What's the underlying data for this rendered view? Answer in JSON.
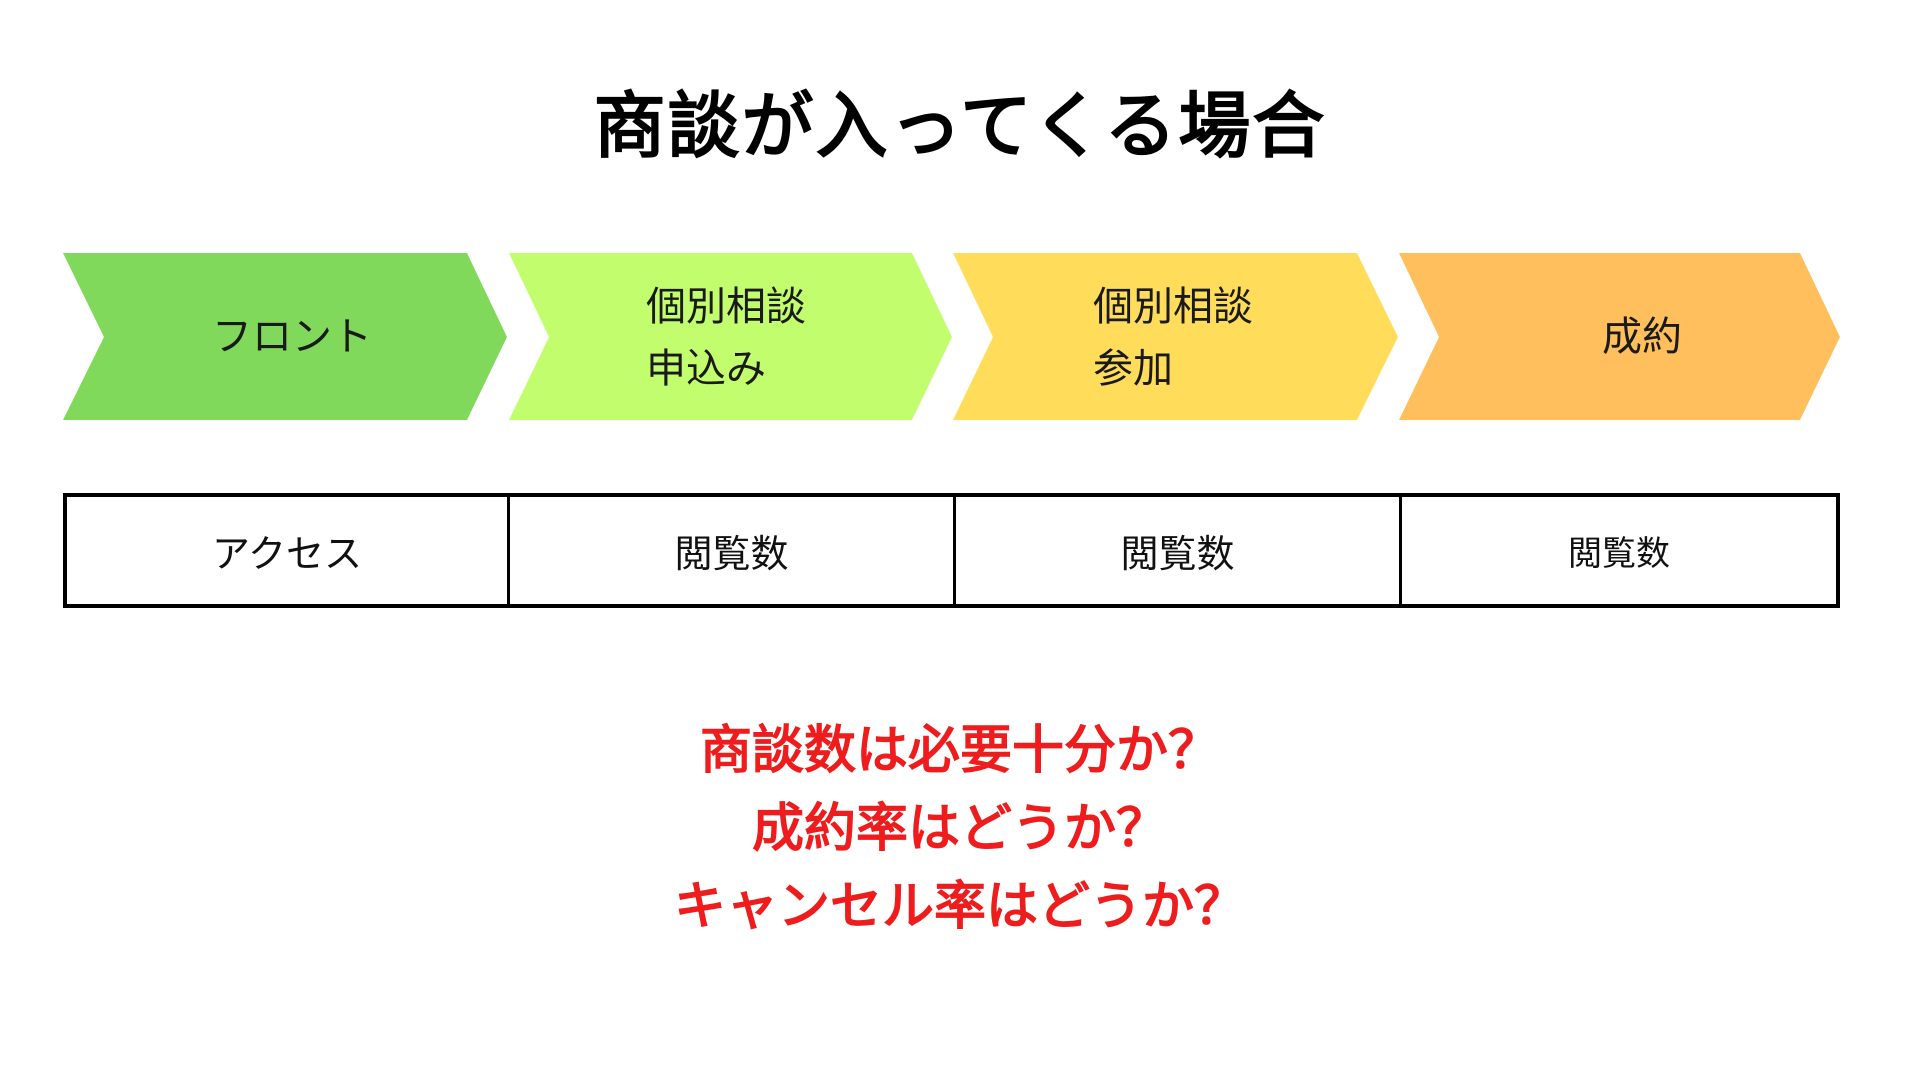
{
  "title": "商談が入ってくる場合",
  "stages": [
    {
      "lines": [
        "フロント"
      ],
      "color": "#80d95b"
    },
    {
      "lines": [
        "個別相談",
        "申込み"
      ],
      "color": "#c2fd6e"
    },
    {
      "lines": [
        "個別相談",
        "参加"
      ],
      "color": "#ffdd5b"
    },
    {
      "lines": [
        "成約"
      ],
      "color": "#ffbf5c"
    }
  ],
  "metrics": [
    {
      "label": "アクセス"
    },
    {
      "label": "閲覧数"
    },
    {
      "label": "閲覧数"
    },
    {
      "label": "閲覧数"
    }
  ],
  "questions": [
    "商談数は必要十分か？",
    "成約率はどうか？",
    "キャンセル率はどうか？"
  ],
  "colors": {
    "question_text": "#ee1c1c",
    "title_text": "#000000",
    "table_border": "#000000"
  }
}
